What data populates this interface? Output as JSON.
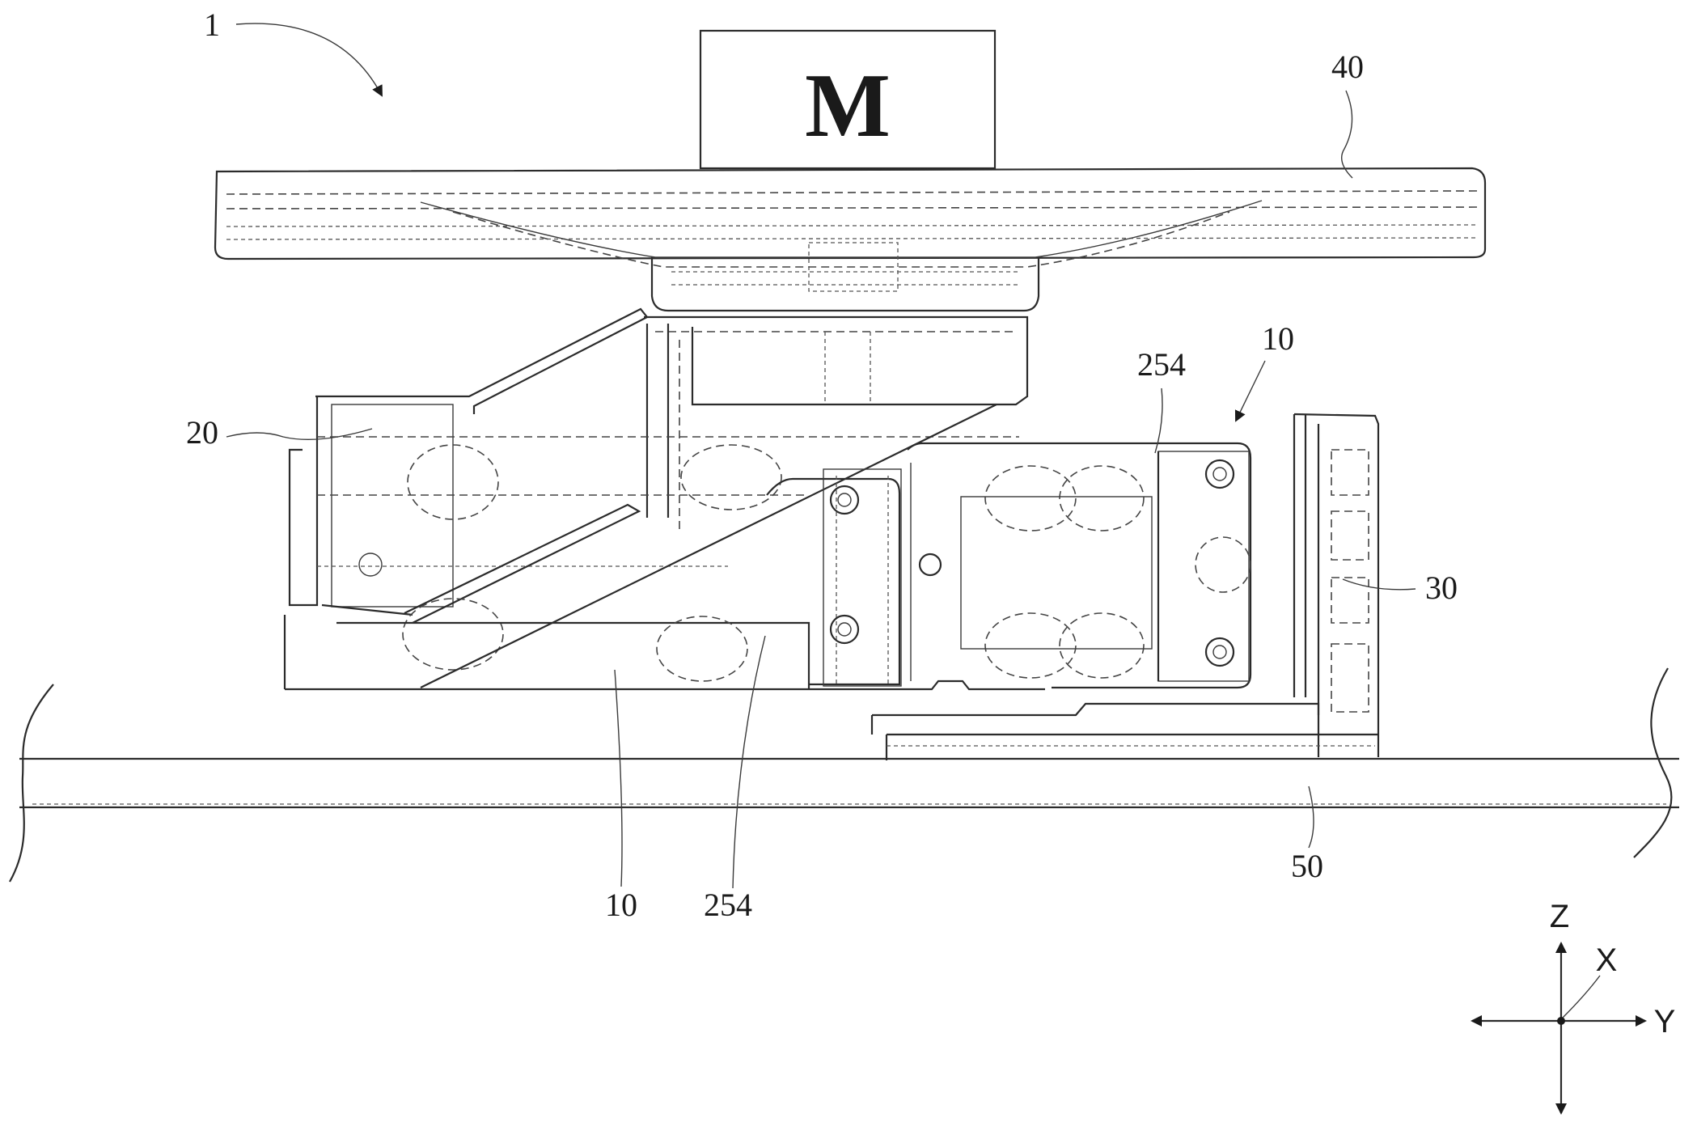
{
  "motor": {
    "label": "M"
  },
  "reference_numerals": {
    "device": "1",
    "top_plate": "40",
    "upper_bracket_right": "10",
    "upper_254": "254",
    "left_part": "20",
    "right_part": "30",
    "lower_10": "10",
    "lower_254": "254",
    "base": "50"
  },
  "axes": {
    "z": "Z",
    "x": "X",
    "y": "Y"
  }
}
